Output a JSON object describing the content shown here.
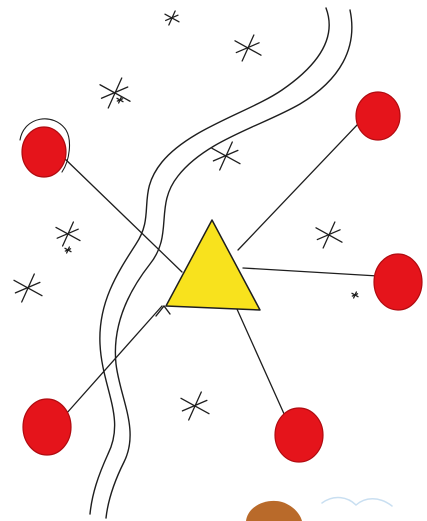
{
  "colors": {
    "paper": "#ffffff",
    "ink": "#1e1e1e",
    "hub_fill": "#f8e21d",
    "node_fill": "#e5141b",
    "node_outline": "#b00b10",
    "corner_fill": "#b96a2a",
    "faint_blue": "#c9dff1"
  },
  "diagram": {
    "hub": {
      "shape": "triangle"
    },
    "nodes": [
      {
        "id": "upper-left"
      },
      {
        "id": "upper-right"
      },
      {
        "id": "right"
      },
      {
        "id": "lower-left"
      },
      {
        "id": "bottom"
      }
    ],
    "star_count": 11
  }
}
